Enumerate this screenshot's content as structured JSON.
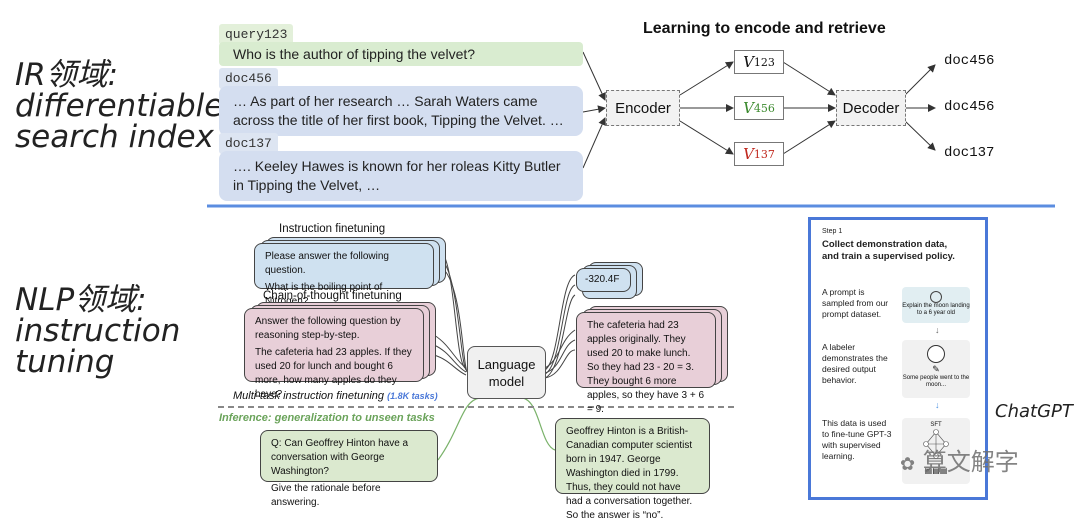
{
  "side_labels": {
    "ir": [
      "IR领域:",
      "differentiable",
      "search index"
    ],
    "nlp": [
      "NLP领域:",
      "instruction",
      "tuning"
    ],
    "chatgpt": "ChatGPT"
  },
  "ir": {
    "title": "Learning to encode and retrieve",
    "query_tag": "query123",
    "query_text": "Who is the author of tipping the velvet?",
    "doc1_tag": "doc456",
    "doc1_text": "… As part of her research … Sarah Waters came across the title of her first book, Tipping the Velvet. …",
    "doc2_tag": "doc137",
    "doc2_text": "….  Keeley Hawes is known for her roleas Kitty Butler in Tipping the Velvet, …",
    "encoder": "Encoder",
    "decoder": "Decoder",
    "v1": {
      "base": "V",
      "sub": "123",
      "color": "#111111"
    },
    "v2": {
      "base": "V",
      "sub": "456",
      "color": "#3c8a2e"
    },
    "v3": {
      "base": "V",
      "sub": "137",
      "color": "#c0281e"
    },
    "outputs": [
      "doc456",
      "doc456",
      "doc137"
    ]
  },
  "nlp": {
    "instruction_title": "Instruction finetuning",
    "instruction_text": [
      "Please answer the following question.",
      "What is the boiling point of Nitrogen?"
    ],
    "cot_title": "Chain-of-thought finetuning",
    "cot_text": [
      "Answer the following question by reasoning step-by-step.",
      "The cafeteria had 23 apples. If they used 20 for lunch and bought 6 more, how many apples do they have?"
    ],
    "multitask": "Multi-task instruction finetuning",
    "multitask_count": "(1.8K tasks)",
    "inference": "Inference: generalization to unseen tasks",
    "inference_text": [
      "Q: Can Geoffrey Hinton have a conversation with George Washington?",
      "Give the rationale before answering."
    ],
    "lm": [
      "Language",
      "model"
    ],
    "out1": "-320.4F",
    "out2": "The cafeteria had 23 apples originally. They used 20 to make lunch. So they had 23 - 20 = 3. They bought 6 more apples, so they have 3 + 6 = 9.",
    "out3": "Geoffrey Hinton is a British-Canadian computer scientist born in 1947. George Washington died in 1799. Thus, they could not have had a conversation together. So the answer is “no”."
  },
  "gpt": {
    "step": "Step 1",
    "title": "Collect demonstration data, and train a supervised policy.",
    "p1": "A prompt is sampled from our prompt dataset.",
    "p1_box": "Explain the moon landing to a 6 year old",
    "p2": "A labeler demonstrates the desired output behavior.",
    "p2_box": "Some people went to the moon...",
    "p3": "This data is used to fine-tune GPT-3 with supervised learning.",
    "p3_box": "SFT"
  },
  "watermark": "算文解字",
  "colors": {
    "divider": "#5b8de0",
    "gpt_border": "#4a78d8",
    "green_line": "#7ab26a"
  }
}
